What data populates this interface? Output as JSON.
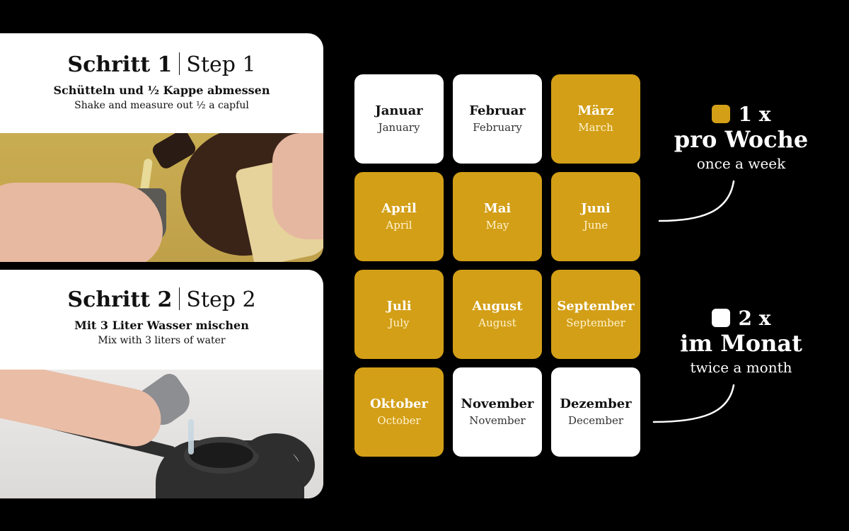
{
  "steps": [
    {
      "title_de": "Schritt 1",
      "title_en": "Step 1",
      "instruction_de": "Schütteln und ½ Kappe abmessen",
      "instruction_en": "Shake and measure out ½ a capful",
      "photo": "hand-pouring-liquid-into-cap"
    },
    {
      "title_de": "Schritt 2",
      "title_en": "Step 2",
      "instruction_de": "Mit 3 Liter Wasser mischen",
      "instruction_en": "Mix with 3 liters of water",
      "photo": "hand-pouring-cap-into-watering-can"
    }
  ],
  "months": [
    {
      "de": "Januar",
      "en": "January",
      "frequency": "twice-a-month"
    },
    {
      "de": "Februar",
      "en": "February",
      "frequency": "twice-a-month"
    },
    {
      "de": "März",
      "en": "March",
      "frequency": "once-a-week"
    },
    {
      "de": "April",
      "en": "April",
      "frequency": "once-a-week"
    },
    {
      "de": "Mai",
      "en": "May",
      "frequency": "once-a-week"
    },
    {
      "de": "Juni",
      "en": "June",
      "frequency": "once-a-week"
    },
    {
      "de": "Juli",
      "en": "July",
      "frequency": "once-a-week"
    },
    {
      "de": "August",
      "en": "August",
      "frequency": "once-a-week"
    },
    {
      "de": "September",
      "en": "September",
      "frequency": "once-a-week"
    },
    {
      "de": "Oktober",
      "en": "October",
      "frequency": "once-a-week"
    },
    {
      "de": "November",
      "en": "November",
      "frequency": "twice-a-month"
    },
    {
      "de": "Dezember",
      "en": "December",
      "frequency": "twice-a-month"
    }
  ],
  "legend": {
    "weekly": {
      "count": "1 x",
      "label_de": "pro Woche",
      "label_en": "once a week",
      "color": "#d39f17"
    },
    "monthly": {
      "count": "2 x",
      "label_de": "im Monat",
      "label_en": "twice a month",
      "color": "#ffffff"
    }
  },
  "colors": {
    "background": "#000000",
    "accent": "#d39f17",
    "card": "#ffffff"
  }
}
